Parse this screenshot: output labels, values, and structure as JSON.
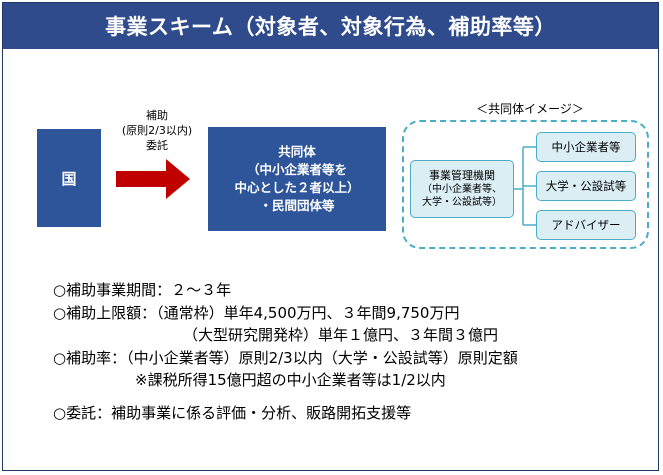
{
  "title": "事業スキーム（対象者、対象行為、補助率等）",
  "diagram": {
    "kuni": "国",
    "arrow_label": [
      "補助",
      "(原則2/3以内)",
      "委託"
    ],
    "kyodo_box": [
      "共同体",
      "（中小企業者等を",
      "中心とした２者以上）",
      "・民間団体等"
    ],
    "image_label": "＜共同体イメージ＞",
    "management": [
      "事業管理機関",
      "（中小企業者等、",
      "大学・公設試等）"
    ],
    "members": [
      "中小企業者等",
      "大学・公設試等",
      "アドバイザー"
    ]
  },
  "notes": {
    "period": "○補助事業期間：２～３年",
    "limit_1": "○補助上限額：（通常枠）単年4,500万円、３年間9,750万円",
    "limit_2": "（大型研究開発枠）単年１億円、３年間３億円",
    "rate_1": "○補助率：（中小企業者等）原則2/3以内（大学・公設試等）原則定額",
    "rate_2": "※課税所得15億円超の中小企業者等は1/2以内",
    "entrust": "○委託：補助事業に係る評価・分析、販路開拓支援等"
  },
  "colors": {
    "title_bg": "#2f4b8c",
    "box_bg": "#2e5599",
    "arrow": "#c00000",
    "dashed": "#4bacc6",
    "light_box": "#dbeef4"
  }
}
